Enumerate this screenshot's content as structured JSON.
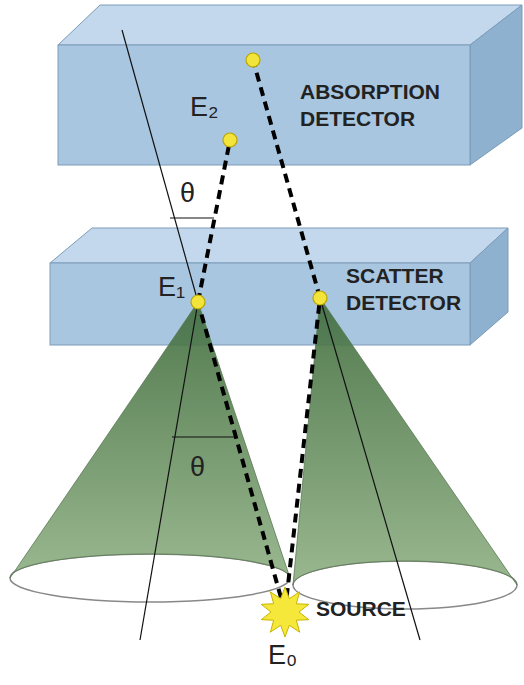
{
  "diagram": {
    "nodes": [
      {
        "text": [
          "ABSORPTION DETECTOR"
        ]
      },
      {
        "text": [
          "SCATTER DETECTOR"
        ]
      },
      {
        "text": [
          "SOURCE"
        ]
      }
    ],
    "edges": [
      {
        "from": 2,
        "to": 1,
        "arrow": "none"
      },
      {
        "from": 2,
        "to": 1,
        "arrow": "none"
      },
      {
        "from": 1,
        "to": 0,
        "arrow": "none"
      },
      {
        "from": 1,
        "to": 0,
        "arrow": "none"
      }
    ],
    "labels": [
      "E₂",
      "θ",
      "E₁",
      "θ",
      "E₀"
    ]
  }
}
